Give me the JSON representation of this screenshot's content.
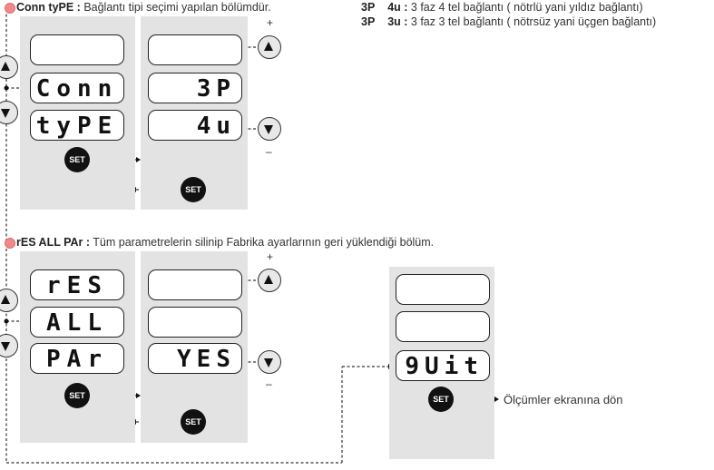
{
  "section1": {
    "title_bold": "Conn tyPE :",
    "title_rest": " Bağlantı tipi seçimi yapılan bölümdür.",
    "left_displays": [
      "",
      "Conn",
      "tyPE"
    ],
    "right_displays": [
      "",
      "3P",
      "4u"
    ]
  },
  "options": [
    {
      "code": "3P",
      "sub": "4u :",
      "desc": " 3 faz 4 tel bağlantı ( nötrlü yani yıldız bağlantı)"
    },
    {
      "code": "3P",
      "sub": "3u :",
      "desc": " 3 faz 3 tel bağlantı ( nötrsüz yani üçgen bağlantı)"
    }
  ],
  "section2": {
    "title_bold": "rES  ALL  PAr :",
    "title_rest": " Tüm parametrelerin silinip Fabrika ayarlarının geri yüklendiği bölüm.",
    "left_displays": [
      "rES",
      "ALL",
      "PAr"
    ],
    "right_displays": [
      "",
      "",
      "YES"
    ]
  },
  "section3": {
    "displays": [
      "",
      "",
      "9Uit"
    ],
    "return_label": "Ölçümler ekranına dön"
  },
  "set_label": "SET",
  "plus": "+",
  "minus": "–",
  "colors": {
    "panel": "#e3e3e3",
    "bullet": "#f08a8a",
    "button": "#111111"
  },
  "icons": [
    "up-arrow-icon",
    "down-arrow-icon",
    "set-button-icon",
    "bullet-icon"
  ]
}
